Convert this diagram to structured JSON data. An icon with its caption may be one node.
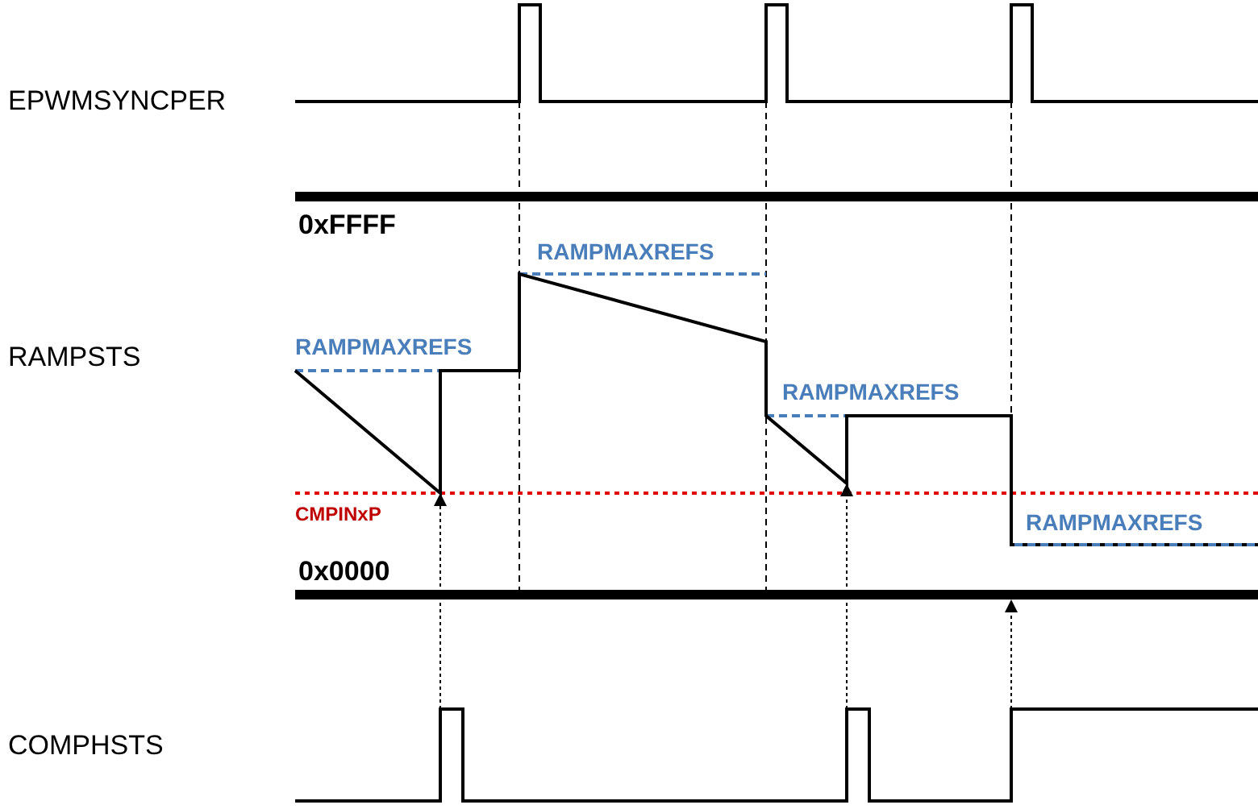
{
  "diagram": {
    "labels": [
      "EPWMSYNCPER",
      "0xFFFF",
      "RAMPMAXREFS",
      "RAMPMAXREFS",
      "RAMPSTS",
      "RAMPMAXREFS",
      "CMPINxP",
      "RAMPMAXREFS",
      "0x0000",
      "COMPHSTS"
    ]
  }
}
